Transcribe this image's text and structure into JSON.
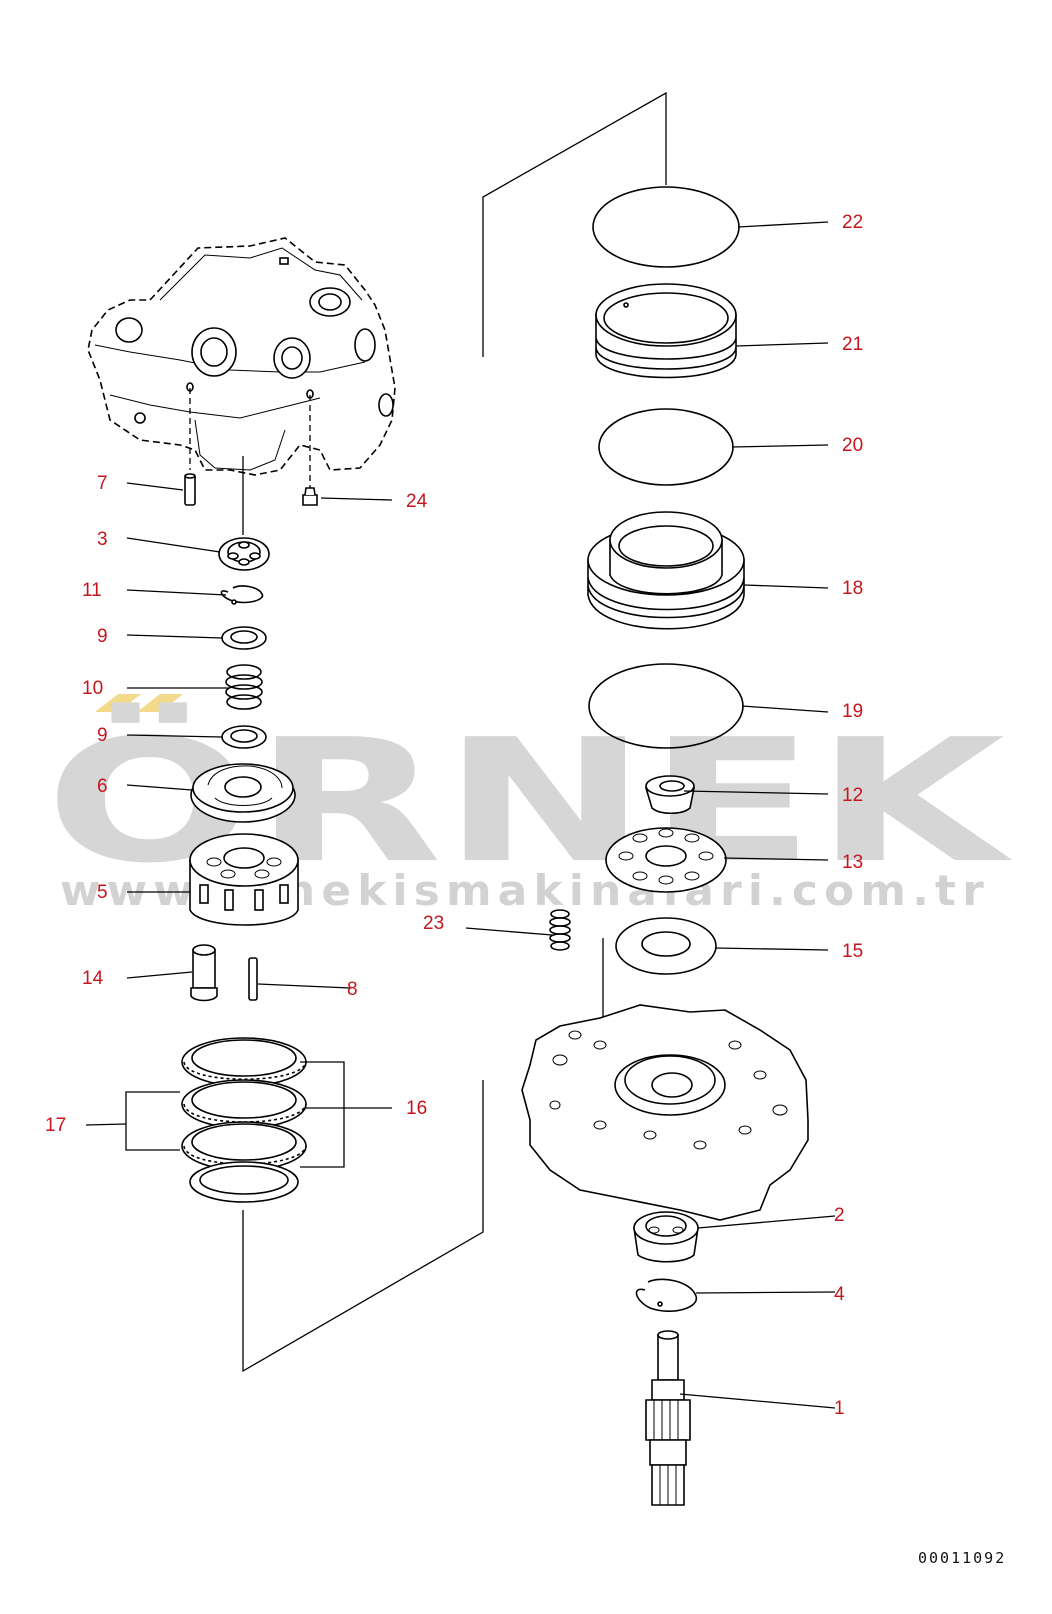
{
  "watermark": {
    "brand": "ÖRNEK",
    "url": "www.ornekismakinalari.com.tr"
  },
  "document_id": "00011092",
  "callouts": [
    {
      "id": "c1",
      "label": "1"
    },
    {
      "id": "c2",
      "label": "2"
    },
    {
      "id": "c3",
      "label": "3"
    },
    {
      "id": "c4",
      "label": "4"
    },
    {
      "id": "c5",
      "label": "5"
    },
    {
      "id": "c6",
      "label": "6"
    },
    {
      "id": "c7",
      "label": "7"
    },
    {
      "id": "c8",
      "label": "8"
    },
    {
      "id": "c9a",
      "label": "9"
    },
    {
      "id": "c9b",
      "label": "9"
    },
    {
      "id": "c10",
      "label": "10"
    },
    {
      "id": "c11",
      "label": "11"
    },
    {
      "id": "c12",
      "label": "12"
    },
    {
      "id": "c13",
      "label": "13"
    },
    {
      "id": "c14",
      "label": "14"
    },
    {
      "id": "c15",
      "label": "15"
    },
    {
      "id": "c16",
      "label": "16"
    },
    {
      "id": "c17",
      "label": "17"
    },
    {
      "id": "c18",
      "label": "18"
    },
    {
      "id": "c19",
      "label": "19"
    },
    {
      "id": "c20",
      "label": "20"
    },
    {
      "id": "c21",
      "label": "21"
    },
    {
      "id": "c22",
      "label": "22"
    },
    {
      "id": "c23",
      "label": "23"
    },
    {
      "id": "c24",
      "label": "24"
    }
  ],
  "colors": {
    "callout_text": "#c4161c",
    "watermark": "#d6d6d6",
    "watermark_accent": "#f3d98a",
    "lines": "#000000"
  }
}
